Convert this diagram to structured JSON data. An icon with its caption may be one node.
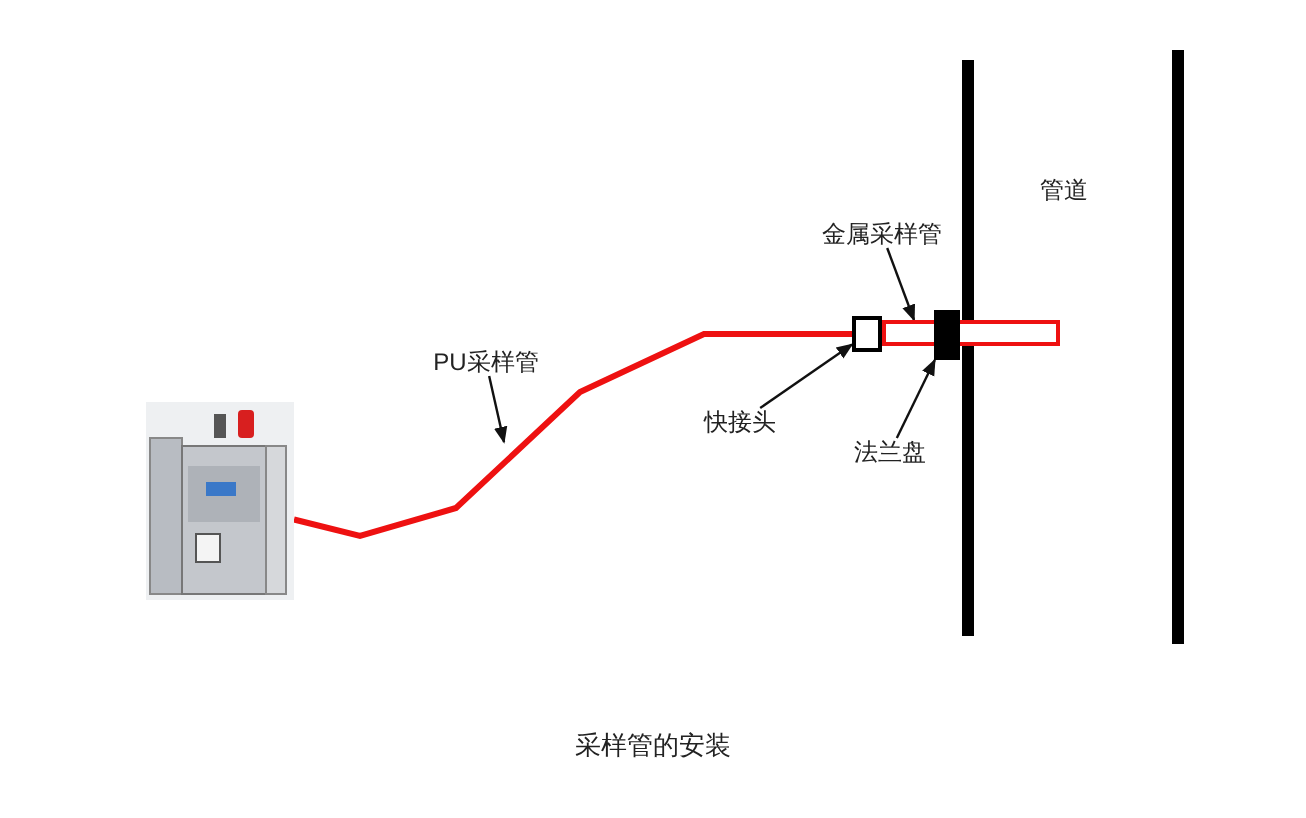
{
  "diagram": {
    "caption": "采样管的安装",
    "nodes": [
      {
        "text": [],
        "shape": "picture"
      },
      {
        "text": [],
        "shape": "box"
      },
      {
        "text": [],
        "shape": "bar"
      },
      {
        "text": [],
        "shape": "box"
      },
      {
        "text": [
          "PU采样管"
        ]
      },
      {
        "text": [
          "快接头"
        ]
      },
      {
        "text": [
          "金属采样管"
        ]
      },
      {
        "text": [
          "法兰盘"
        ]
      }
    ],
    "edges": [
      {
        "from": 0,
        "to": 1,
        "arrow": "none",
        "style": "thick",
        "color": "#ee1111"
      },
      {
        "from": 4,
        "to": null,
        "arrow": "to"
      },
      {
        "from": 5,
        "to": 1,
        "arrow": "to"
      },
      {
        "from": 6,
        "to": 2,
        "arrow": "to"
      },
      {
        "from": 7,
        "to": 3,
        "arrow": "to"
      }
    ],
    "labels": [
      "管道"
    ]
  }
}
